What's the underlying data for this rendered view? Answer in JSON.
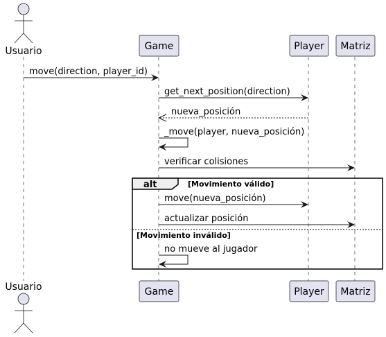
{
  "participants": {
    "usuario": "Usuario",
    "game": "Game",
    "player": "Player",
    "matriz": "Matriz"
  },
  "messages": {
    "m1": "move(direction, player_id)",
    "m2": "get_next_position(direction)",
    "m3": "nueva_posición",
    "m4": "_move(player, nueva_posición)",
    "m5": "verificar colisiones",
    "m6": "move(nueva_posición)",
    "m7": "actualizar posición",
    "m8": "no mueve al jugador"
  },
  "alt": {
    "keyword": "alt",
    "guard1": "[Movimiento válido]",
    "guard2": "[Movimiento inválido]"
  }
}
